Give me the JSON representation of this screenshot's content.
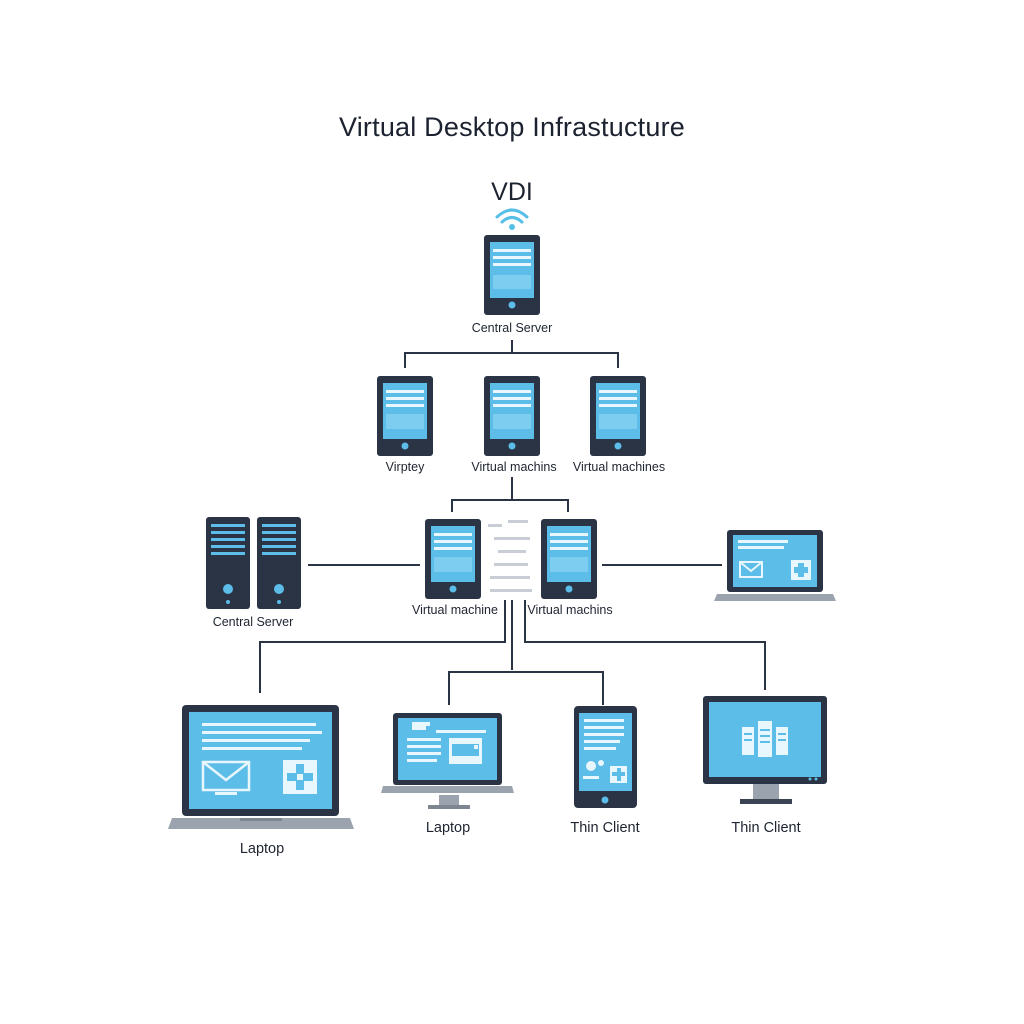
{
  "title": "Virtual Desktop Infrastucture",
  "hub_label": "VDI",
  "nodes": {
    "central_server_top": "Central Server",
    "vm_left": "Virptey",
    "vm_middle": "Virtual machins",
    "vm_right": "Virtual machines",
    "central_server_left": "Central Server",
    "vm_lower_left": "Virtual machine",
    "vm_lower_right": "Virtual machins",
    "laptop_large": "Laptop",
    "laptop_small": "Laptop",
    "thin_client_tablet": "Thin Client",
    "thin_client_monitor": "Thin Client"
  },
  "colors": {
    "device_body": "#2b3445",
    "screen": "#5bbde8",
    "screen_lines": "#e8f6fd",
    "connector": "#2b3445",
    "wifi": "#56bfe8"
  }
}
